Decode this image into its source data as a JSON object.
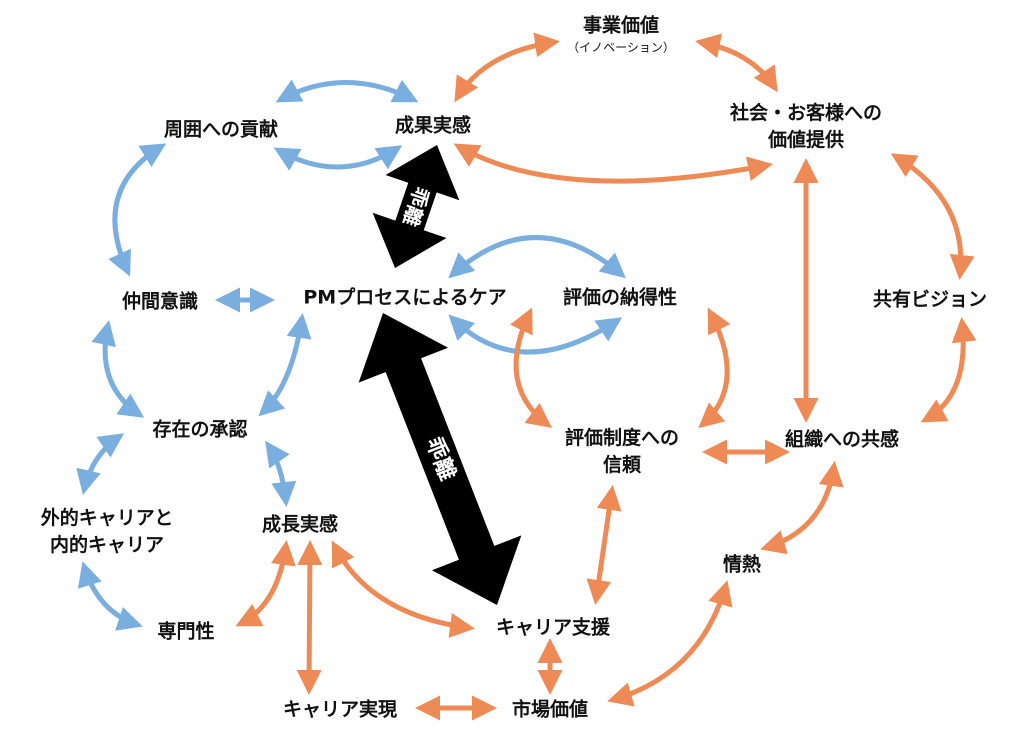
{
  "nodes": {
    "business_value": "事業価値",
    "business_value_sub": "（イノベーション）",
    "society_line1": "社会・お客様への",
    "society_line2": "価値提供",
    "contribution": "周囲への貢献",
    "achievement": "成果実感",
    "shared_vision": "共有ビジョン",
    "fellowship": "仲間意識",
    "pm_care": "PMプロセスによるケア",
    "evaluation_acceptance": "評価の納得性",
    "recognition": "存在の承認",
    "evaluation_trust_line1": "評価制度への",
    "evaluation_trust_line2": "信頼",
    "org_empathy": "組織への共感",
    "career_line1": "外的キャリアと",
    "career_line2": "内的キャリア",
    "growth": "成長実感",
    "passion": "情熱",
    "expertise": "専門性",
    "career_support": "キャリア支援",
    "career_realization": "キャリア実現",
    "market_value": "市場価値"
  },
  "gap_label": "乖離",
  "colors": {
    "blue": "#7aaedf",
    "orange": "#ee8a55",
    "gap": "#000000"
  }
}
